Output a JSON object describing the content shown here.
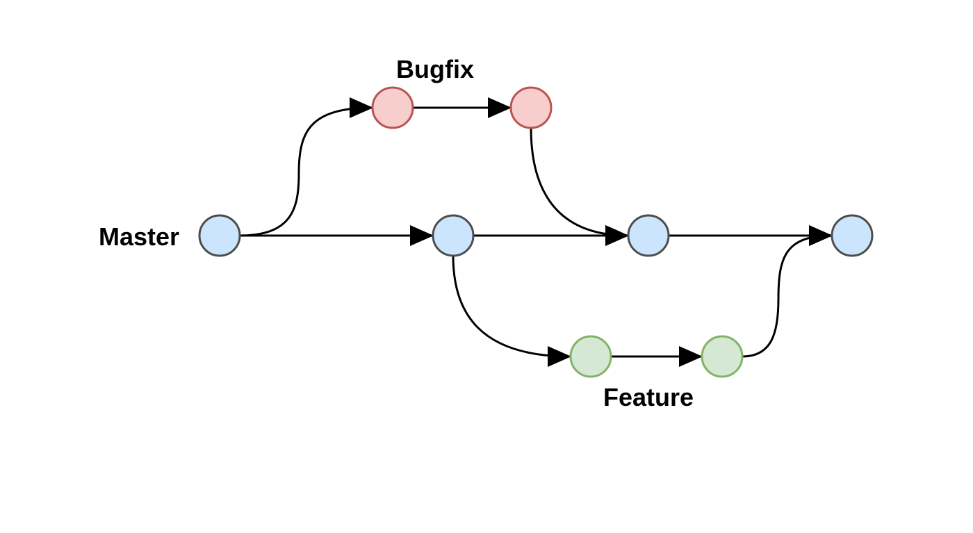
{
  "diagram": {
    "branches": [
      {
        "id": "master",
        "label": "Master",
        "fill": "#cce5ff",
        "stroke": "#4d4d4d"
      },
      {
        "id": "bugfix",
        "label": "Bugfix",
        "fill": "#f8cecc",
        "stroke": "#b85450"
      },
      {
        "id": "feature",
        "label": "Feature",
        "fill": "#d5e8d4",
        "stroke": "#82b366"
      }
    ],
    "commits": [
      {
        "id": "m1",
        "branch": "master"
      },
      {
        "id": "m2",
        "branch": "master"
      },
      {
        "id": "m3",
        "branch": "master"
      },
      {
        "id": "m4",
        "branch": "master"
      },
      {
        "id": "b1",
        "branch": "bugfix"
      },
      {
        "id": "b2",
        "branch": "bugfix"
      },
      {
        "id": "f1",
        "branch": "feature"
      },
      {
        "id": "f2",
        "branch": "feature"
      }
    ],
    "edges": [
      {
        "from": "m1",
        "to": "m2"
      },
      {
        "from": "m1",
        "to": "b1"
      },
      {
        "from": "b1",
        "to": "b2"
      },
      {
        "from": "b2",
        "to": "m3"
      },
      {
        "from": "m2",
        "to": "m3"
      },
      {
        "from": "m3",
        "to": "m4"
      },
      {
        "from": "m2",
        "to": "f1"
      },
      {
        "from": "f1",
        "to": "f2"
      },
      {
        "from": "f2",
        "to": "m4"
      }
    ],
    "edge_color": "#000000"
  }
}
